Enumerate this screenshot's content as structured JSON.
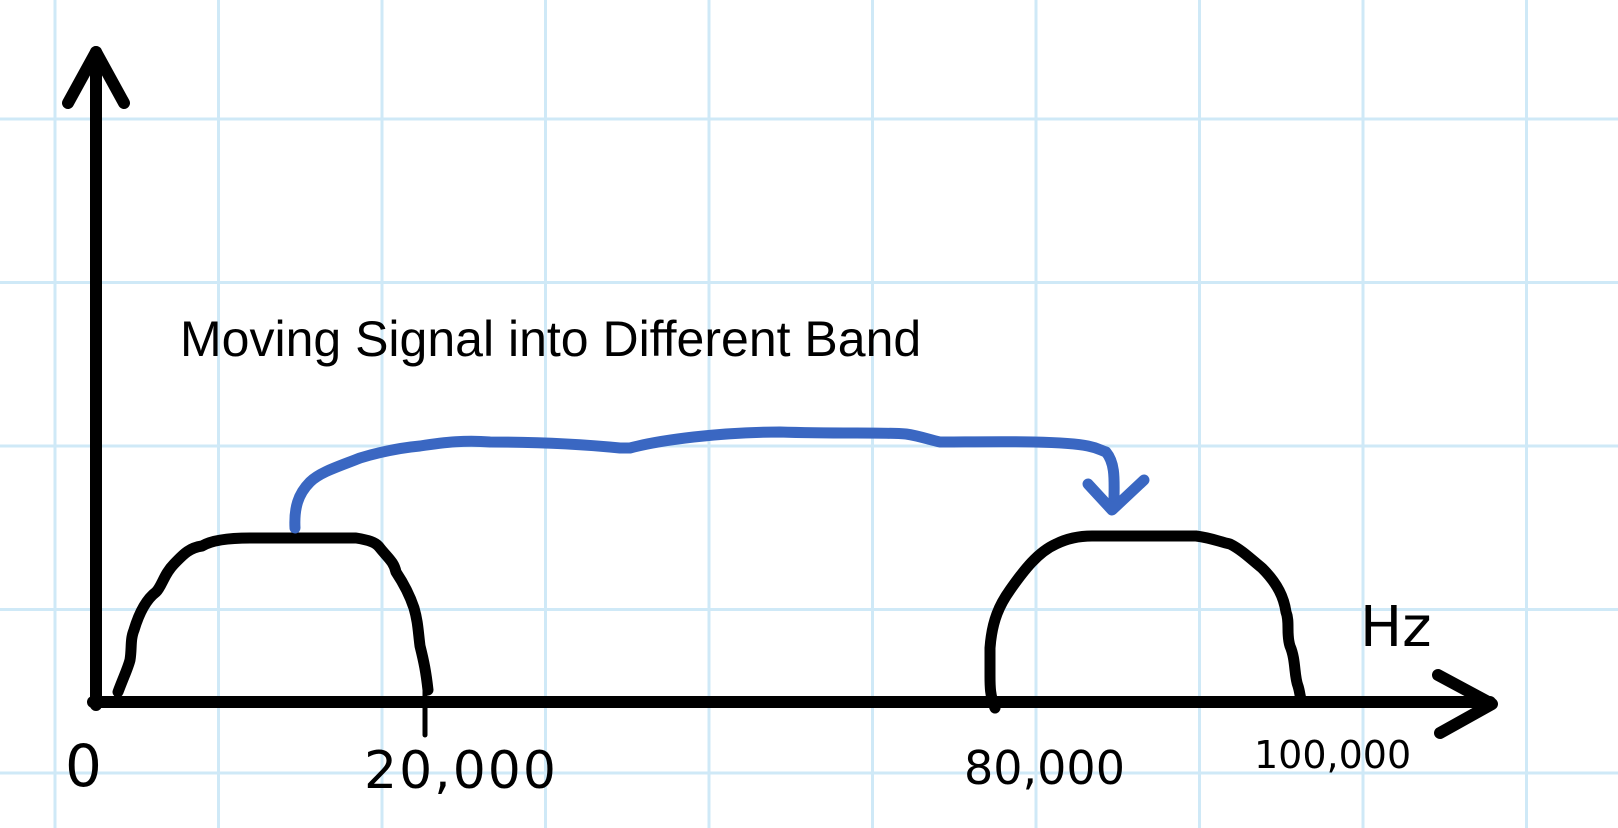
{
  "diagram": {
    "title": "Moving Signal into Different Band",
    "unit_label": "Hz",
    "tick_labels": [
      "0",
      "20,000",
      "80,000",
      "100,000"
    ],
    "colors": {
      "grid": "#cfe9f7",
      "ink": "#000000",
      "arrow": "#3a67c2",
      "background": "#ffffff"
    },
    "signal_bands": [
      {
        "name": "original-band",
        "from_hz": 0,
        "to_hz": 20000
      },
      {
        "name": "shifted-band",
        "from_hz": 80000,
        "to_hz": 100000
      }
    ],
    "shift": {
      "from_band": "original-band",
      "to_band": "shifted-band"
    }
  }
}
